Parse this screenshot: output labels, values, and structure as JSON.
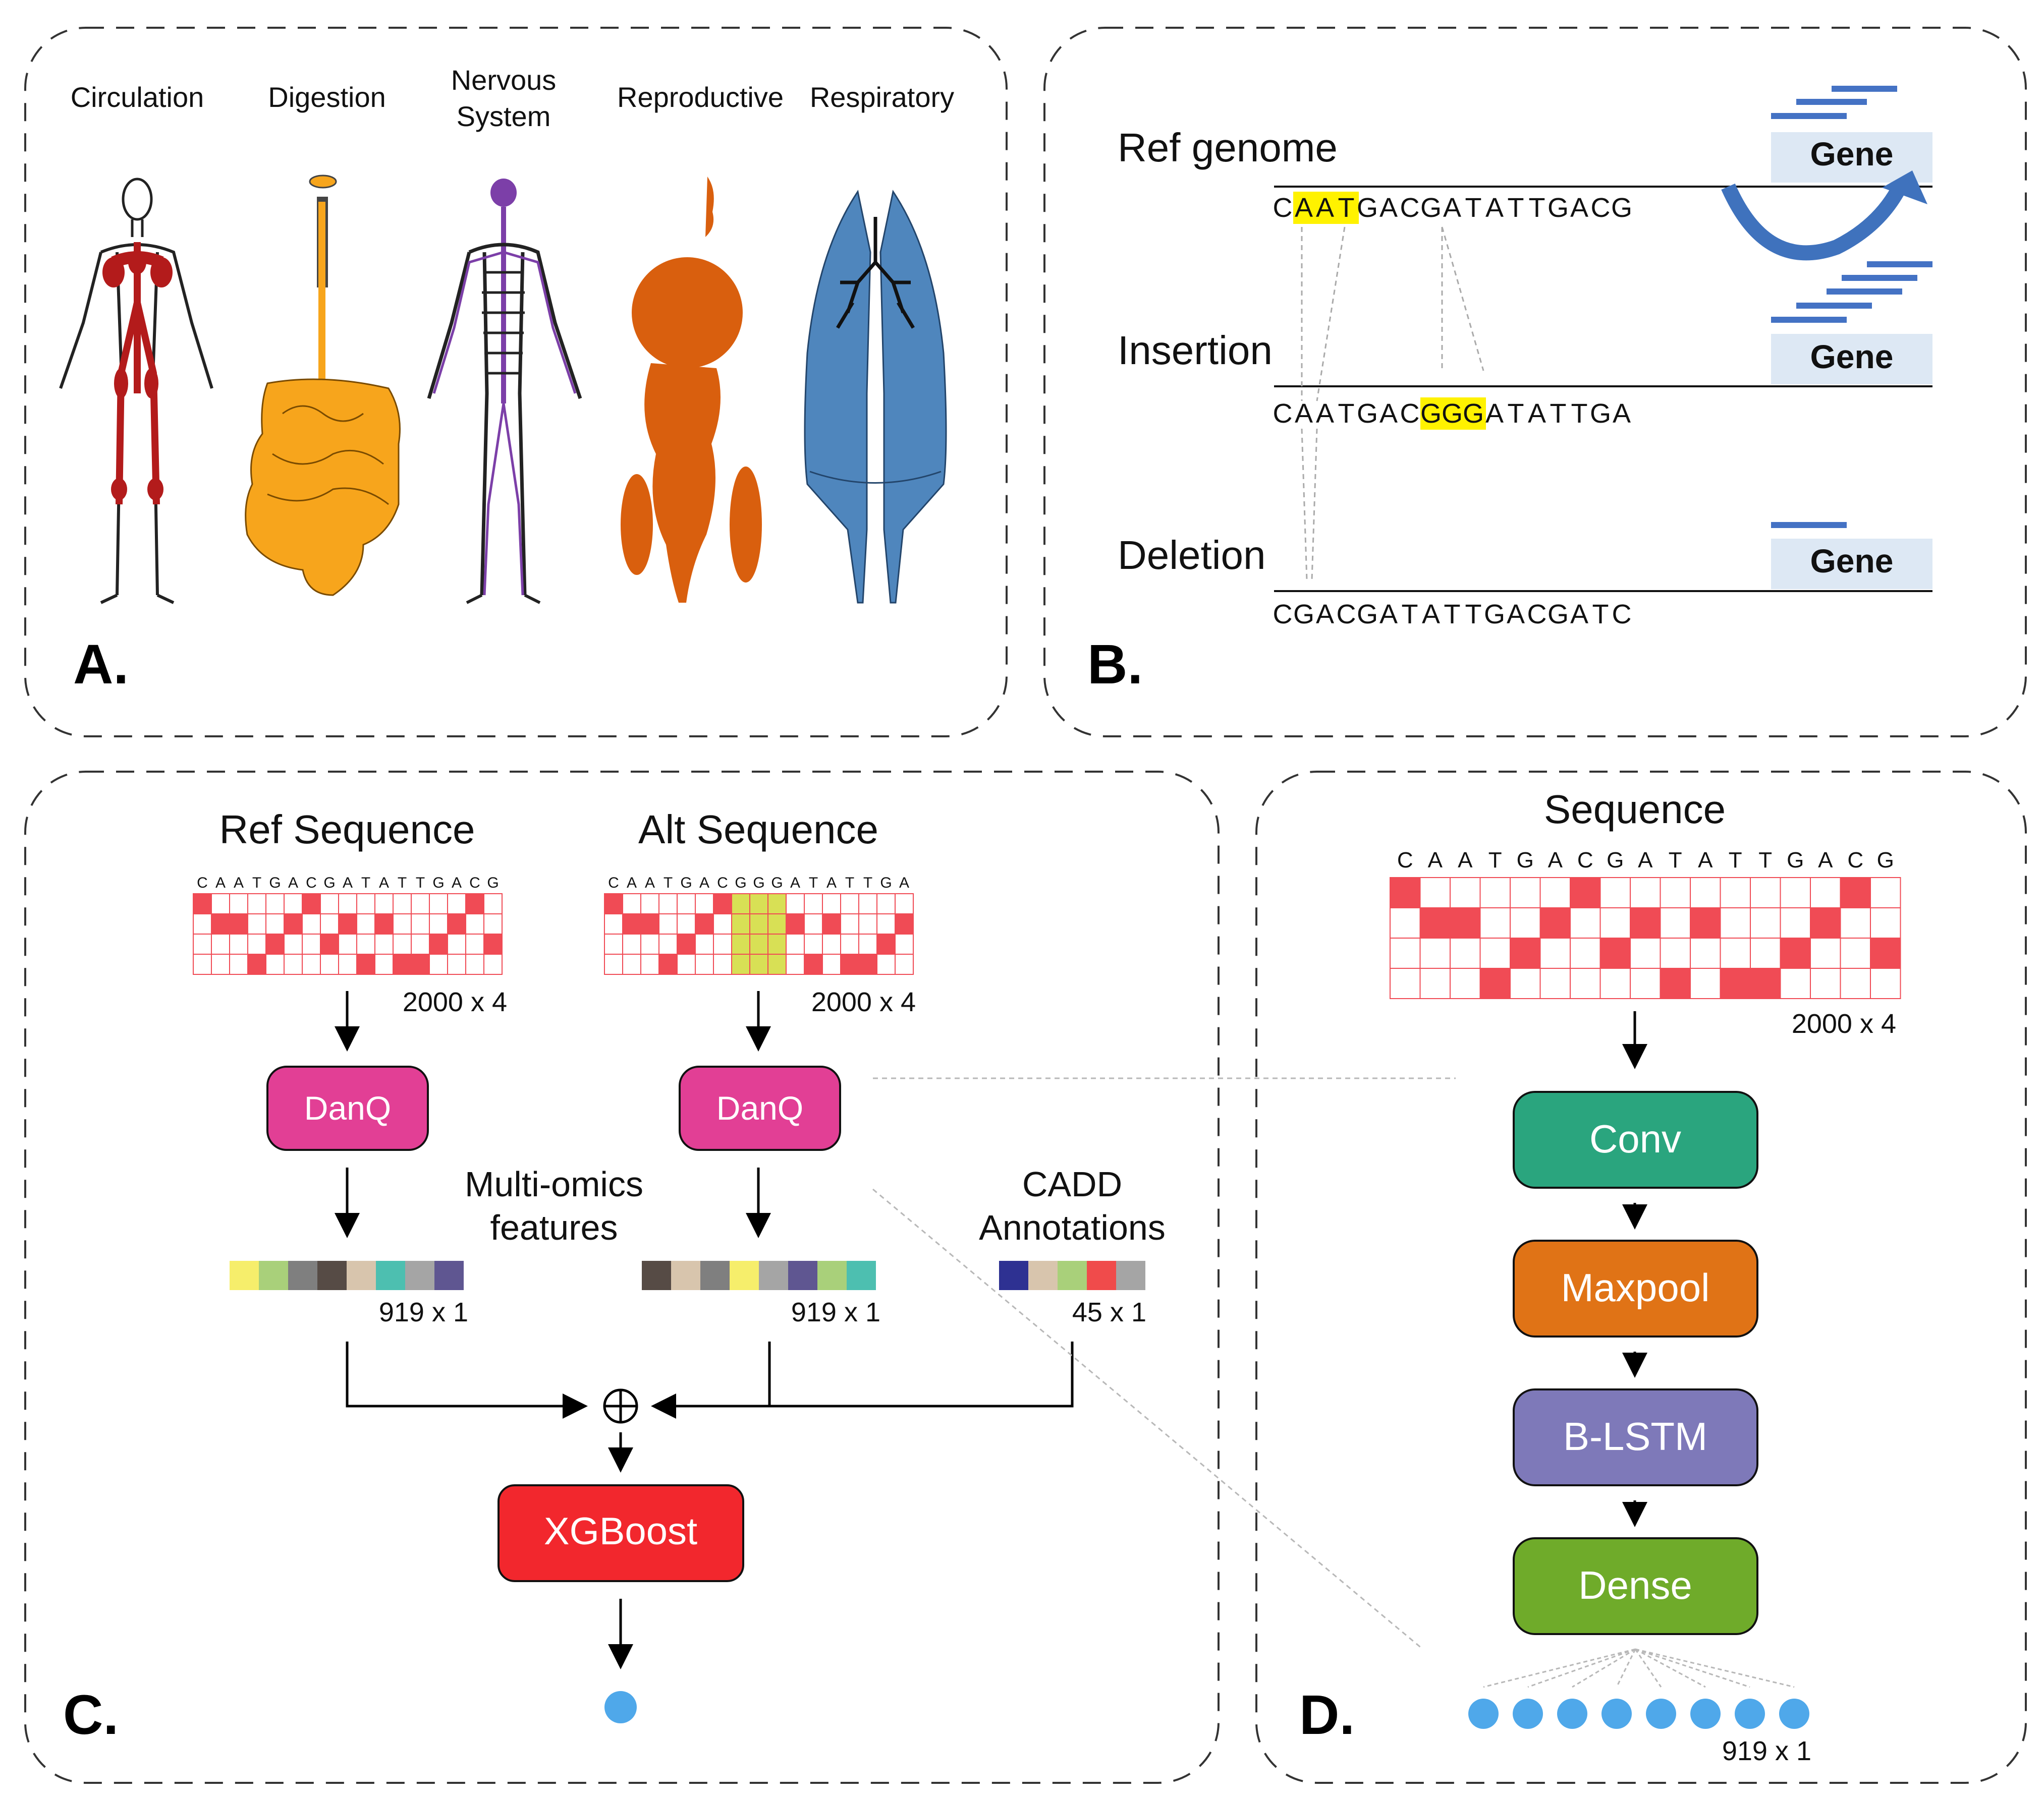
{
  "panelA": {
    "letter": "A.",
    "systems": [
      {
        "label_lines": [
          "Circulation"
        ],
        "icon": "circulatory-system-figure",
        "color": "#b31b1b"
      },
      {
        "label_lines": [
          "Digestion"
        ],
        "icon": "digestive-system-figure",
        "color": "#f7a51c"
      },
      {
        "label_lines": [
          "Nervous",
          "System"
        ],
        "icon": "nervous-system-figure",
        "color": "#7c3fa8"
      },
      {
        "label_lines": [
          "Reproductive"
        ],
        "icon": "reproductive-system-figure",
        "color": "#d95f0e"
      },
      {
        "label_lines": [
          "Respiratory"
        ],
        "icon": "respiratory-system-figure",
        "color": "#4f86bd"
      }
    ]
  },
  "panelB": {
    "letter": "B.",
    "gene_label": "Gene",
    "rows": [
      {
        "title": "Ref genome",
        "sequence": "CAATGACGATATTGACG",
        "highlight_start": 1,
        "highlight_len": 3
      },
      {
        "title": "Insertion",
        "sequence": "CAATGACGGGATATTGA",
        "highlight_start": 7,
        "highlight_len": 3
      },
      {
        "title": "Deletion",
        "sequence": "CGACGATATTGACGATC",
        "highlight_start": -1,
        "highlight_len": 0
      }
    ],
    "colors": {
      "highlight": "#fff200",
      "gene_box": "#dde8f4",
      "gene_bar": "#4472c4"
    }
  },
  "panelC": {
    "letter": "C.",
    "ref_title": "Ref Sequence",
    "alt_title": "Alt Sequence",
    "ref_seq": "CAATGACGATATTGACG",
    "alt_seq": "CAATGACGGGATATTGA",
    "ref_dim": "2000 x 4",
    "alt_dim": "2000 x 4",
    "model_label": "DanQ",
    "multiomics_lines": [
      "Multi-omics",
      "features"
    ],
    "cadd_lines": [
      "CADD",
      "Annotations"
    ],
    "ref_feat_dim": "919 x 1",
    "alt_feat_dim": "919 x 1",
    "cadd_dim": "45 x 1",
    "concat_symbol": "⊕",
    "classifier_label": "XGBoost",
    "ref_feature_colors": [
      "#f6ee6b",
      "#a9d07a",
      "#7f7f7f",
      "#564b45",
      "#d8c5ad",
      "#4dbfb0",
      "#a5a5a5",
      "#5f5691"
    ],
    "alt_feature_colors": [
      "#564b45",
      "#d8c5ad",
      "#7f7f7f",
      "#f6ee6b",
      "#a5a5a5",
      "#5f5691",
      "#a9d07a",
      "#4dbfb0"
    ],
    "cadd_colors": [
      "#2e3192",
      "#d8c5ad",
      "#a9d07a",
      "#f04b4b",
      "#a5a5a5"
    ],
    "colors": {
      "danq": "#e23f95",
      "xgboost": "#f2272d",
      "onehot": "#f04b55",
      "insert": "#d8e055",
      "output": "#4fa8ea"
    }
  },
  "panelD": {
    "letter": "D.",
    "title": "Sequence",
    "seq": "CAATGACGATATTGACG",
    "dim": "2000 x 4",
    "layers": [
      {
        "label": "Conv",
        "color": "#2aa57e"
      },
      {
        "label": "Maxpool",
        "color": "#e07316"
      },
      {
        "label": "B-LSTM",
        "color": "#7e79b9"
      },
      {
        "label": "Dense",
        "color": "#6fab2a"
      }
    ],
    "output_dim": "919 x 1",
    "output_color": "#4fa8ea"
  }
}
